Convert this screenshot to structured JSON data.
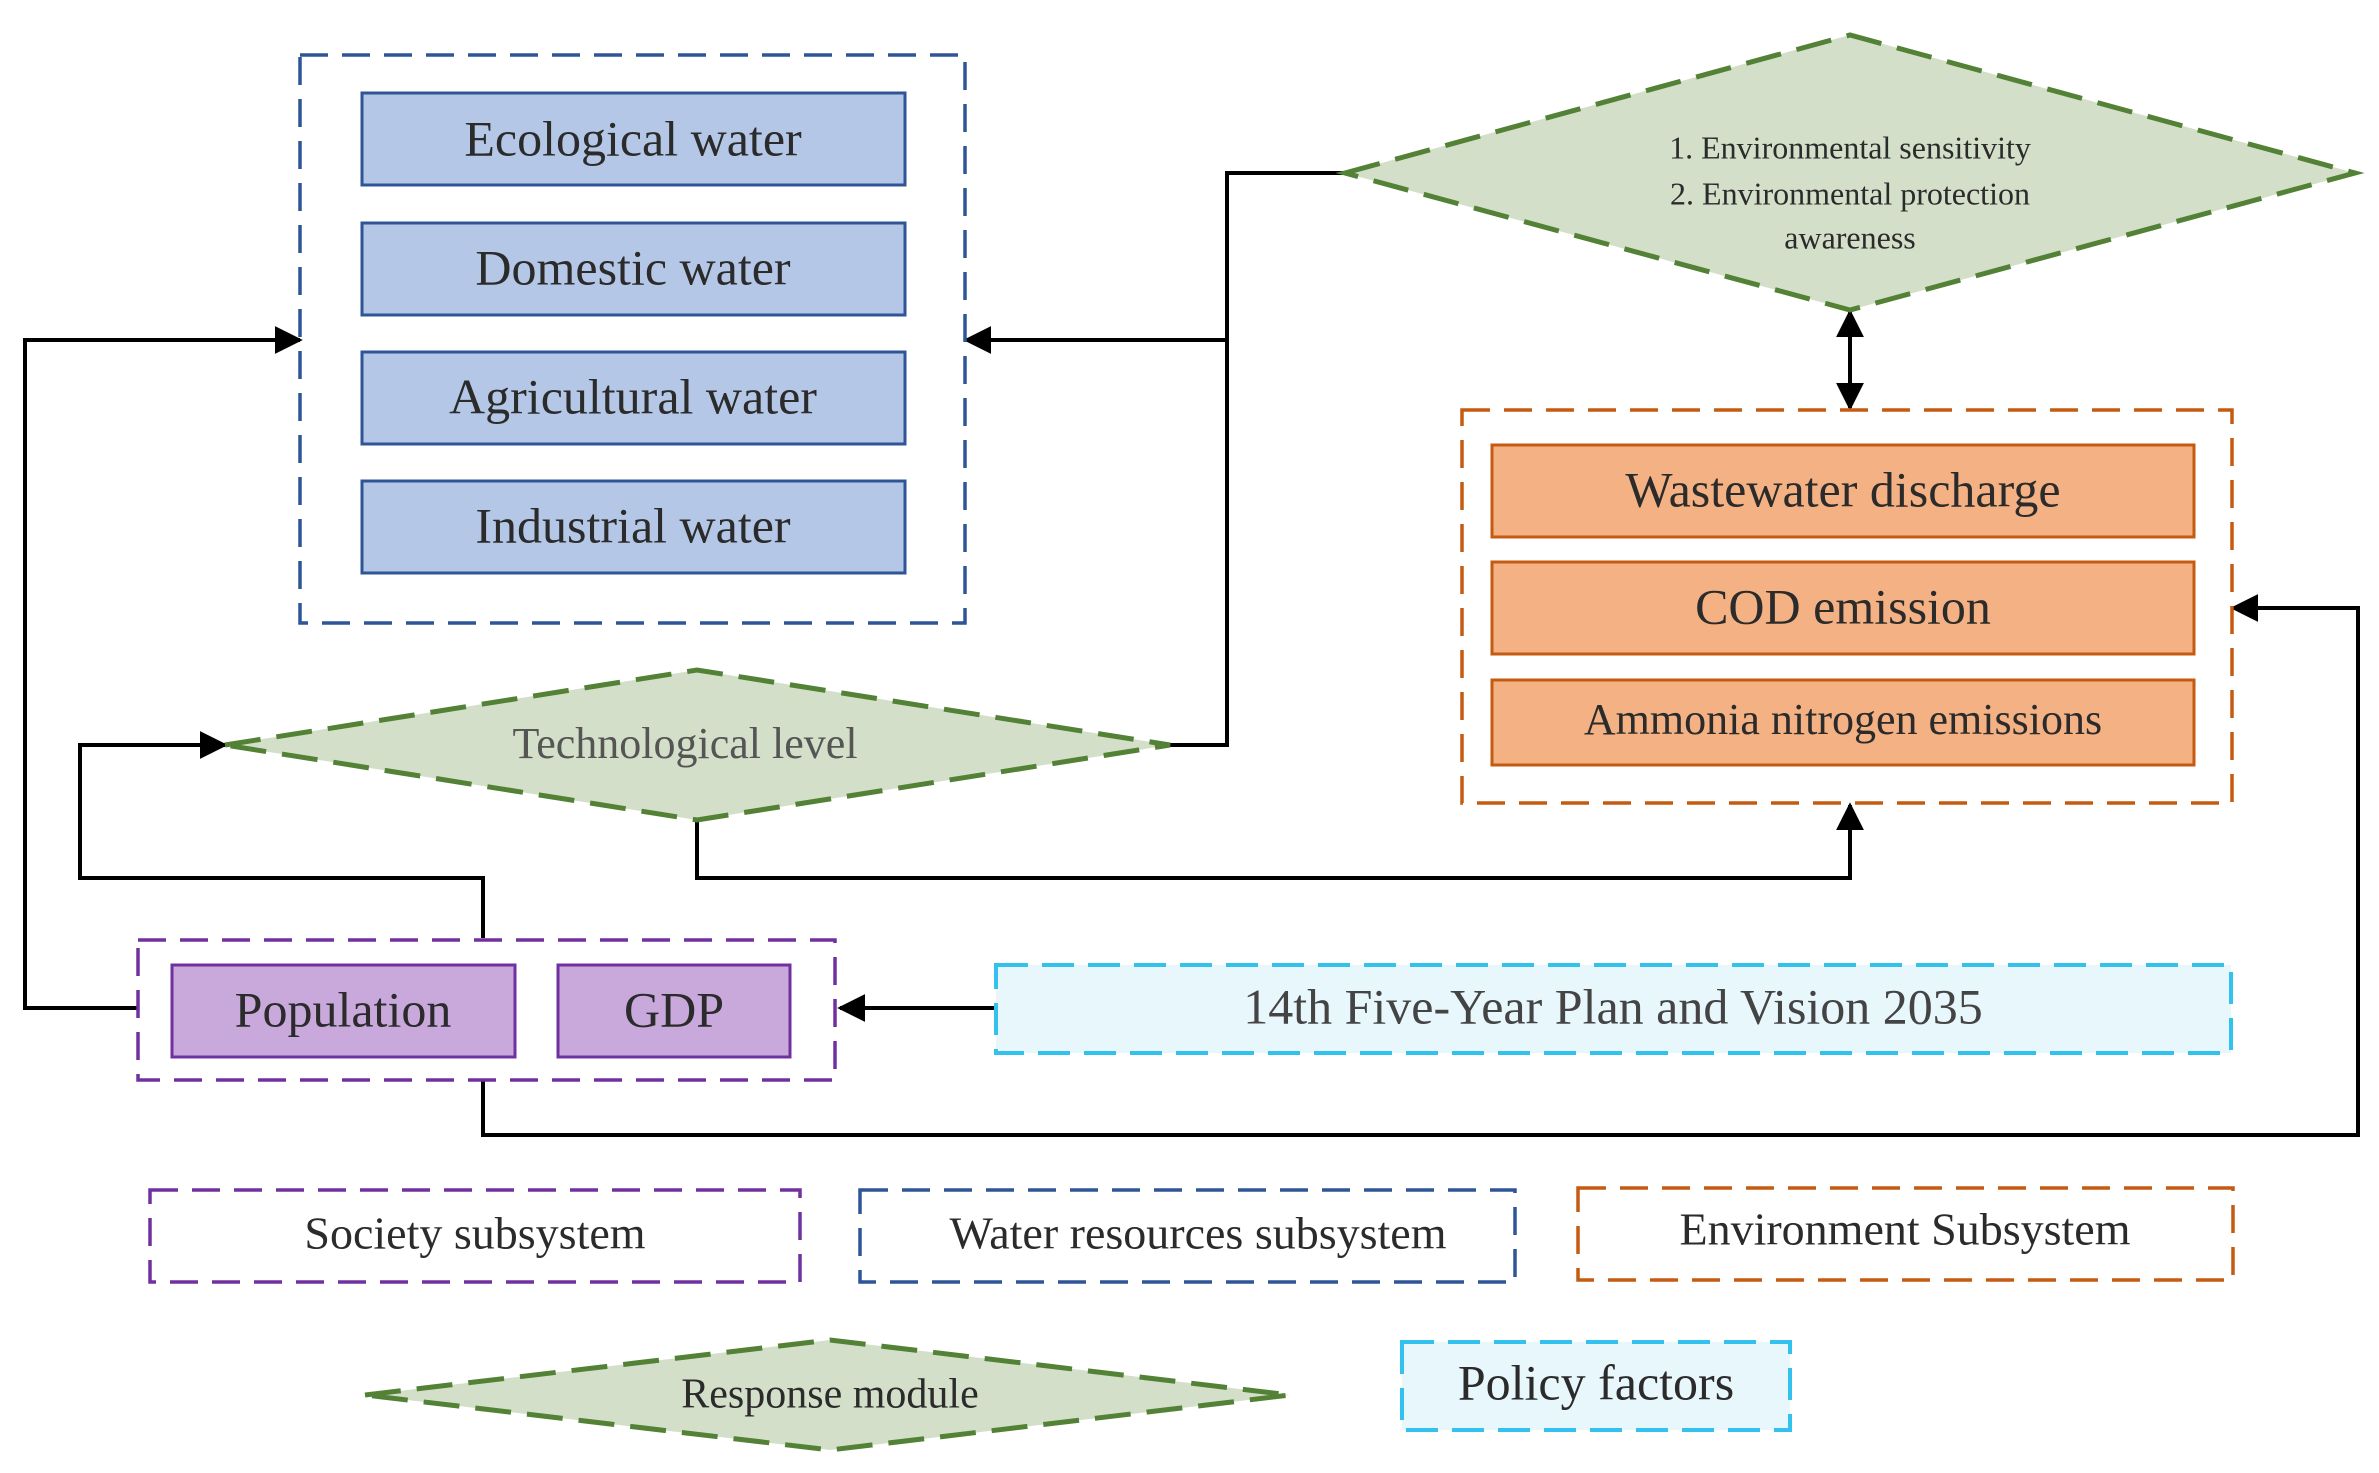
{
  "colors": {
    "water_fill": "#b4c7e7",
    "water_border": "#2f5597",
    "env_fill": "#f4b183",
    "env_border": "#c55a11",
    "society_fill": "#c9a8dc",
    "society_border": "#7030a0",
    "response_fill": "#d3dfc9",
    "response_border": "#538135",
    "policy_fill": "#e7f7fc",
    "policy_border": "#33c2ee",
    "arrow": "#000000"
  },
  "water_resources": {
    "items": [
      "Ecological water",
      "Domestic water",
      "Agricultural water",
      "Industrial water"
    ]
  },
  "environment": {
    "items": [
      "Wastewater discharge",
      "COD emission",
      "Ammonia nitrogen emissions"
    ]
  },
  "society": {
    "items": [
      "Population",
      "GDP"
    ]
  },
  "response": {
    "awareness_lines": [
      "1. Environmental sensitivity",
      "2. Environmental protection",
      "awareness"
    ],
    "technology": "Technological level"
  },
  "policy": {
    "label": "14th Five-Year Plan and Vision 2035"
  },
  "legend": {
    "society": "Society subsystem",
    "water": "Water resources subsystem",
    "environment": "Environment Subsystem",
    "response": "Response module",
    "policy": "Policy factors"
  }
}
